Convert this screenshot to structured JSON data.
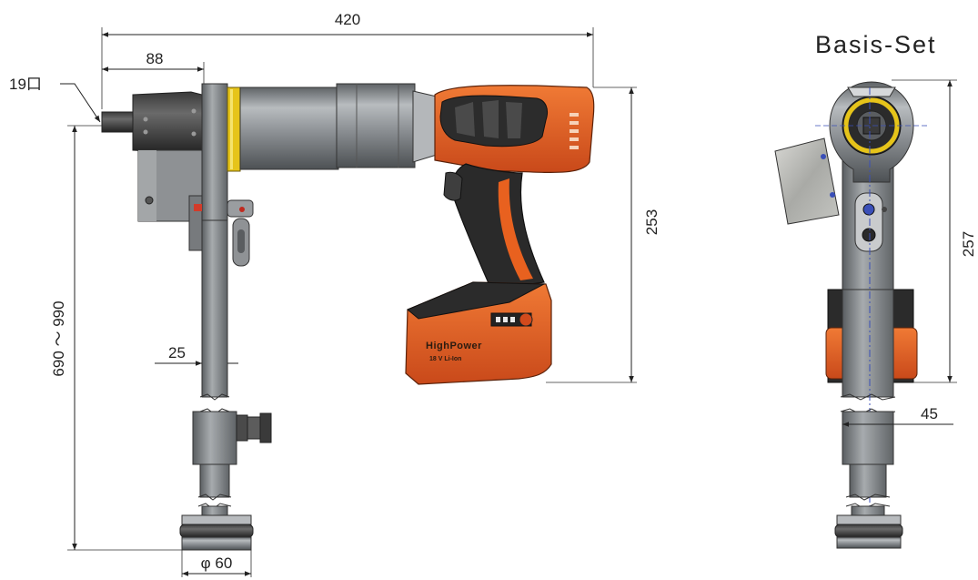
{
  "title": "Basis-Set",
  "dimensions": {
    "overall_length": "420",
    "reaction_offset": "88",
    "square_drive": "19口",
    "arm_length_range": "690 ～ 990",
    "arm_width": "25",
    "foot_diameter": "φ 60",
    "tool_height": "253",
    "front_height": "257",
    "arm_depth": "45"
  },
  "battery": {
    "brand": "HighPower",
    "spec": "18 V Li-Ion"
  },
  "colors": {
    "tool_orange": "#e8611f",
    "housing_black": "#2b2b2b",
    "steel_gray": "#8a8d90",
    "ring_yellow": "#e6c41a",
    "centerline_blue": "#3a4fb8"
  }
}
